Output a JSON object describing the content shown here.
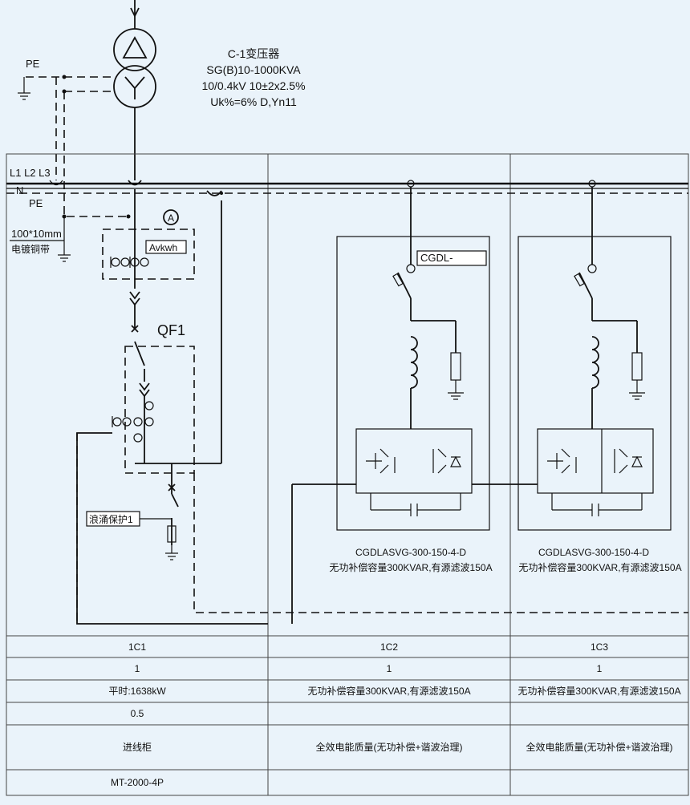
{
  "transformer": {
    "name": "C-1变压器",
    "model": "SG(B)10-1000KVA",
    "ratio": "10/0.4kV  10±2x2.5%",
    "impedance": "Uk%=6%  D,Yn11"
  },
  "labels": {
    "pe_top": "PE",
    "bus_lines": "L1 L2 L3",
    "bus_n": "N",
    "bus_pe": "PE",
    "strap_size": "100*10mm",
    "strap_name": "电镀铜带",
    "ammeter": "A",
    "meter": "Avkwh",
    "breaker": "QF1",
    "surge": "浪涌保护1",
    "cgdl_tag": "CGDL-"
  },
  "svg_units": [
    {
      "model": "CGDLASVG-300-150-4-D",
      "desc": "无功补偿容量300KVAR,有源滤波150A"
    },
    {
      "model": "CGDLASVG-300-150-4-D",
      "desc": "无功补偿容量300KVAR,有源滤波150A"
    }
  ],
  "table": {
    "columns": [
      "1C1",
      "1C2",
      "1C3"
    ],
    "rows": [
      [
        "1",
        "1",
        "1"
      ],
      [
        "平时:1638kW",
        "无功补偿容量300KVAR,有源滤波150A",
        "无功补偿容量300KVAR,有源滤波150A"
      ],
      [
        "0.5",
        "",
        ""
      ],
      [
        "进线柜",
        "全效电能质量(无功补偿+谐波治理)",
        "全效电能质量(无功补偿+谐波治理)"
      ],
      [
        "MT-2000-4P",
        "",
        ""
      ]
    ]
  }
}
